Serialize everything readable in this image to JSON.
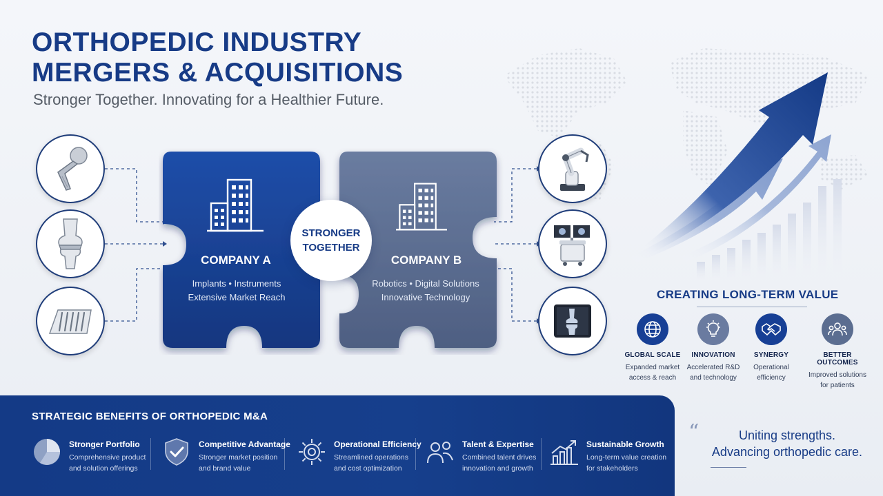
{
  "header": {
    "title_line1": "ORTHOPEDIC INDUSTRY",
    "title_line2": "MERGERS & ACQUISITIONS",
    "subtitle": "Stronger Together. Innovating for a Healthier Future."
  },
  "center_badge": {
    "line1": "STRONGER",
    "line2": "TOGETHER"
  },
  "company_a": {
    "name": "COMPANY A",
    "line1": "Implants  •  Instruments",
    "line2": "Extensive Market Reach",
    "icon": "building-icon",
    "color": "#173f95"
  },
  "company_b": {
    "name": "COMPANY B",
    "line1": "Robotics  •  Digital Solutions",
    "line2": "Innovative Technology",
    "icon": "building-icon",
    "color": "#5b6d90"
  },
  "left_circles": [
    {
      "icon": "hip-implant-icon"
    },
    {
      "icon": "knee-joint-icon"
    },
    {
      "icon": "surgical-instruments-icon"
    }
  ],
  "right_circles": [
    {
      "icon": "robotic-arm-icon"
    },
    {
      "icon": "imaging-station-icon"
    },
    {
      "icon": "knee-xray-tablet-icon"
    }
  ],
  "value": {
    "title": "CREATING LONG-TERM VALUE",
    "items": [
      {
        "label": "GLOBAL SCALE",
        "desc1": "Expanded market",
        "desc2": "access & reach",
        "icon": "globe-icon",
        "color": "#173f95"
      },
      {
        "label": "INNOVATION",
        "desc1": "Accelerated R&D",
        "desc2": "and technology",
        "icon": "lightbulb-icon",
        "color": "#6a7ba0"
      },
      {
        "label": "SYNERGY",
        "desc1": "Operational",
        "desc2": "efficiency",
        "icon": "handshake-icon",
        "color": "#173f95"
      },
      {
        "label": "BETTER OUTCOMES",
        "desc1": "Improved solutions",
        "desc2": "for patients",
        "icon": "people-icon",
        "color": "#5b6d90"
      }
    ]
  },
  "benefits": {
    "title": "STRATEGIC BENEFITS OF ORTHOPEDIC M&A",
    "items": [
      {
        "title": "Stronger Portfolio",
        "desc1": "Comprehensive product",
        "desc2": "and solution offerings",
        "icon": "pie-chart-icon"
      },
      {
        "title": "Competitive Advantage",
        "desc1": "Stronger market position",
        "desc2": "and brand value",
        "icon": "shield-check-icon"
      },
      {
        "title": "Operational Efficiency",
        "desc1": "Streamlined operations",
        "desc2": "and cost optimization",
        "icon": "gear-icon"
      },
      {
        "title": "Talent & Expertise",
        "desc1": "Combined talent drives",
        "desc2": "innovation and growth",
        "icon": "team-icon"
      },
      {
        "title": "Sustainable Growth",
        "desc1": "Long-term value creation",
        "desc2": "for stakeholders",
        "icon": "growth-chart-icon"
      }
    ]
  },
  "quote": {
    "line1": "Uniting strengths.",
    "line2": "Advancing orthopedic care."
  }
}
